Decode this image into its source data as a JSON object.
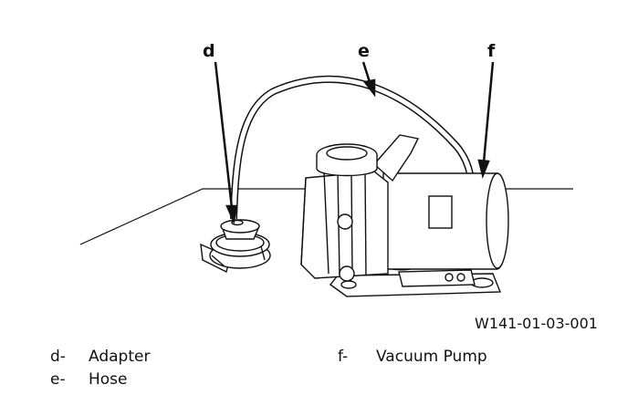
{
  "figure": {
    "id": "W141-01-03-001",
    "callouts": [
      {
        "letter": "d",
        "name": "Adapter"
      },
      {
        "letter": "e",
        "name": "Hose"
      },
      {
        "letter": "f",
        "name": "Vacuum Pump"
      }
    ]
  },
  "legend": [
    {
      "key": "d-",
      "label": "Adapter"
    },
    {
      "key": "e-",
      "label": "Hose"
    },
    {
      "key": "f-",
      "label": "Vacuum Pump"
    }
  ]
}
